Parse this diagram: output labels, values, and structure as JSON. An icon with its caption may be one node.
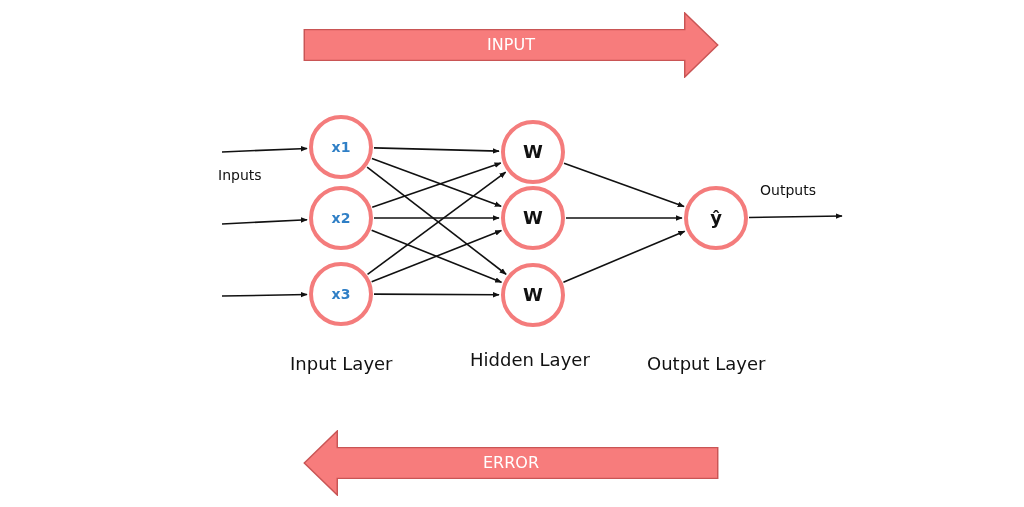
{
  "diagram": {
    "nodes": [
      {
        "text": [
          "INPUT"
        ]
      },
      {
        "text": [
          "x1"
        ]
      },
      {
        "text": [
          "x2"
        ]
      },
      {
        "text": [
          "x3"
        ]
      },
      {
        "text": [
          "W"
        ]
      },
      {
        "text": [
          "W"
        ]
      },
      {
        "text": [
          "W"
        ]
      },
      {
        "text": [
          "ŷ"
        ]
      },
      {
        "text": [
          "ERROR"
        ]
      }
    ],
    "edges": [
      {
        "from": null,
        "to": 1,
        "arrow": "to"
      },
      {
        "from": null,
        "to": 2,
        "arrow": "to"
      },
      {
        "from": null,
        "to": 3,
        "arrow": "to"
      },
      {
        "from": 1,
        "to": 4,
        "arrow": "to"
      },
      {
        "from": 1,
        "to": 5,
        "arrow": "to"
      },
      {
        "from": 1,
        "to": 6,
        "arrow": "to"
      },
      {
        "from": 2,
        "to": 4,
        "arrow": "to"
      },
      {
        "from": 2,
        "to": 5,
        "arrow": "to"
      },
      {
        "from": 2,
        "to": 6,
        "arrow": "to"
      },
      {
        "from": 3,
        "to": 4,
        "arrow": "to"
      },
      {
        "from": 3,
        "to": 5,
        "arrow": "to"
      },
      {
        "from": 3,
        "to": 6,
        "arrow": "to"
      },
      {
        "from": 4,
        "to": 7,
        "arrow": "to"
      },
      {
        "from": 5,
        "to": 7,
        "arrow": "to"
      },
      {
        "from": 6,
        "to": 7,
        "arrow": "to"
      },
      {
        "from": 7,
        "to": null,
        "arrow": "to"
      }
    ],
    "labels": [
      "Inputs",
      "Outputs",
      "Input Layer",
      "Hidden Layer",
      "Output Layer"
    ]
  }
}
